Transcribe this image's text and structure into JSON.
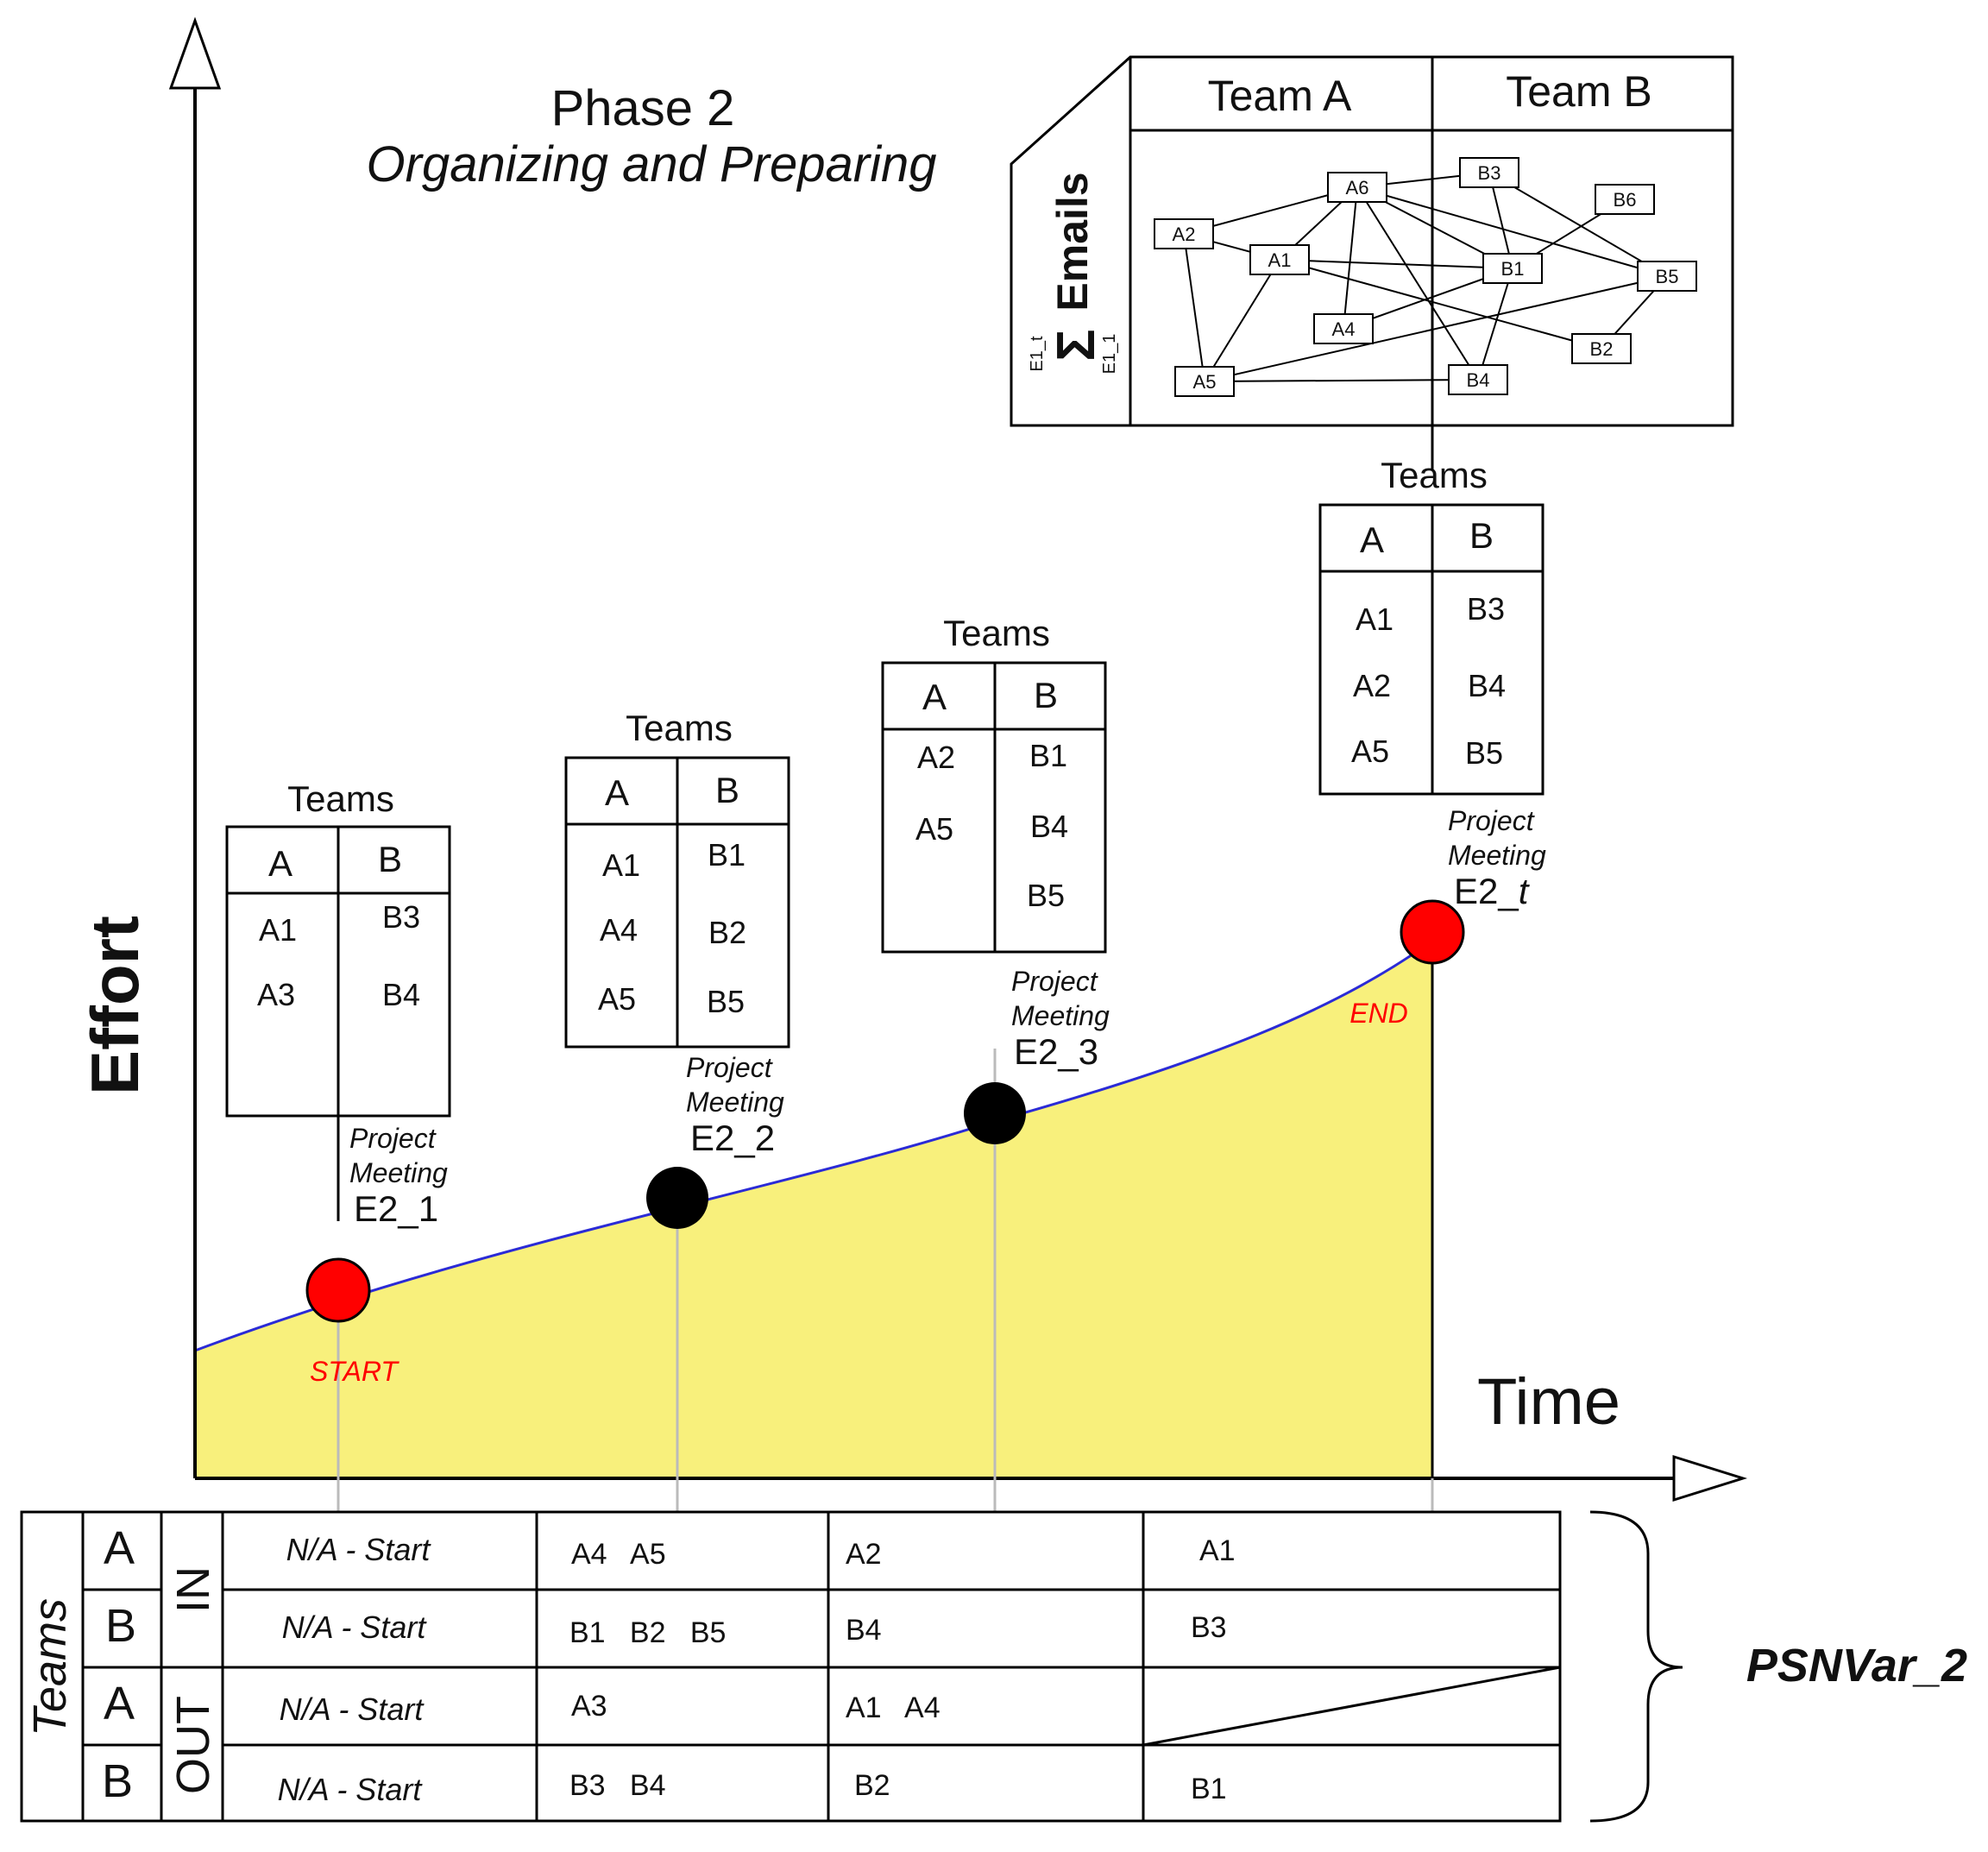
{
  "title": {
    "phase": "Phase 2",
    "subtitle": "Organizing and Preparing"
  },
  "axes": {
    "y_label": "Effort",
    "x_label": "Time"
  },
  "markers": {
    "start": "START",
    "end": "END"
  },
  "colors": {
    "area_fill": "#f8f07c",
    "curve": "#2b2bd6",
    "start_end_node": "#ff0000",
    "mid_node": "#000000",
    "marker_label": "#ff0000"
  },
  "meetings": [
    {
      "note_line1": "Project",
      "note_line2": "Meeting",
      "id": "E2_1",
      "teams_label": "Teams",
      "col_a": "A",
      "col_b": "B",
      "team_a": [
        "A1",
        "A3"
      ],
      "team_b": [
        "B3",
        "B4"
      ]
    },
    {
      "note_line1": "Project",
      "note_line2": "Meeting",
      "id": "E2_2",
      "teams_label": "Teams",
      "col_a": "A",
      "col_b": "B",
      "team_a": [
        "A1",
        "A4",
        "A5"
      ],
      "team_b": [
        "B1",
        "B2",
        "B5"
      ]
    },
    {
      "note_line1": "Project",
      "note_line2": "Meeting",
      "id": "E2_3",
      "teams_label": "Teams",
      "col_a": "A",
      "col_b": "B",
      "team_a": [
        "A2",
        "A5"
      ],
      "team_b": [
        "B1",
        "B4",
        "B5"
      ]
    },
    {
      "note_line1": "Project",
      "note_line2": "Meeting",
      "id_prefix": "E2_",
      "id_suffix": "t",
      "teams_label": "Teams",
      "col_a": "A",
      "col_b": "B",
      "team_a": [
        "A1",
        "A2",
        "A5"
      ],
      "team_b": [
        "B3",
        "B4",
        "B5"
      ]
    }
  ],
  "email_network": {
    "header_a": "Team A",
    "header_b": "Team B",
    "sum_label": "Emails",
    "sum_symbol": "Σ",
    "sum_upper": "E1_t",
    "sum_lower": "E1_1",
    "nodes": [
      "A6",
      "B3",
      "B6",
      "A2",
      "A1",
      "B1",
      "B5",
      "A4",
      "B2",
      "A5",
      "B4"
    ],
    "edges": [
      [
        "A2",
        "A6"
      ],
      [
        "A2",
        "A1"
      ],
      [
        "A2",
        "A5"
      ],
      [
        "A1",
        "A5"
      ],
      [
        "A1",
        "B1"
      ],
      [
        "A6",
        "B3"
      ],
      [
        "A6",
        "A1"
      ],
      [
        "A6",
        "A4"
      ],
      [
        "A6",
        "B1"
      ],
      [
        "A6",
        "B4"
      ],
      [
        "A6",
        "B5"
      ],
      [
        "B3",
        "B1"
      ],
      [
        "B3",
        "B5"
      ],
      [
        "B6",
        "B1"
      ],
      [
        "A4",
        "B1"
      ],
      [
        "A1",
        "B2"
      ],
      [
        "A5",
        "B5"
      ],
      [
        "A5",
        "B4"
      ],
      [
        "B1",
        "B4"
      ],
      [
        "B5",
        "B2"
      ]
    ]
  },
  "psn_table": {
    "teams_label": "Teams",
    "in_label": "IN",
    "out_label": "OUT",
    "side_label": "PSNVar_2",
    "rows": [
      {
        "team": "A",
        "cells": [
          "N/A - Start",
          "A4   A5",
          "A2",
          "A1"
        ]
      },
      {
        "team": "B",
        "cells": [
          "N/A - Start",
          "B1   B2   B5",
          "B4",
          "B3"
        ]
      },
      {
        "team": "A",
        "cells": [
          "N/A - Start",
          "A3",
          "A1   A4",
          ""
        ]
      },
      {
        "team": "B",
        "cells": [
          "N/A - Start",
          "B3   B4",
          "B2",
          "B1"
        ]
      }
    ]
  }
}
